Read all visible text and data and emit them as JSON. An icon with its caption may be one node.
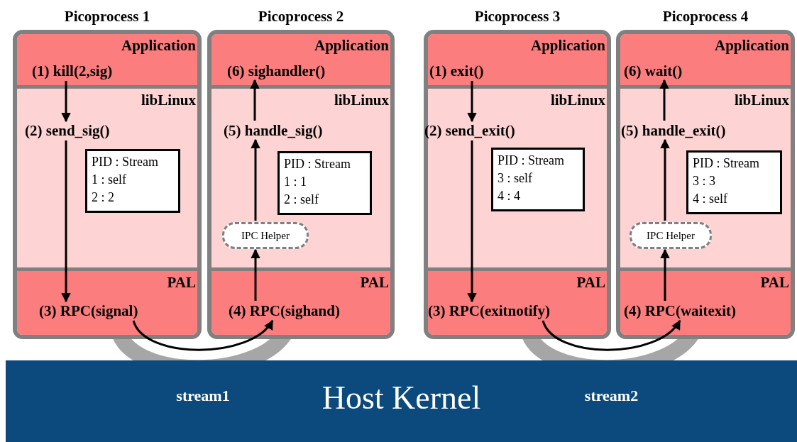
{
  "diagram": {
    "nodes": [
      {
        "text": [
          "Picoprocess 1"
        ]
      },
      {
        "text": [
          "Application"
        ],
        "in": 0
      },
      {
        "text": [
          "(1) kill(2,sig)"
        ],
        "in": 1
      },
      {
        "text": [
          "libLinux"
        ],
        "in": 0
      },
      {
        "text": [
          "(2) send_sig()"
        ],
        "in": 3
      },
      {
        "text": [
          "PID : Stream",
          "1 : self",
          "2 : 2"
        ],
        "in": 3
      },
      {
        "text": [
          "PAL"
        ],
        "in": 0
      },
      {
        "text": [
          "(3) RPC(signal)"
        ],
        "in": 6
      },
      {
        "text": [
          "Picoprocess 2"
        ]
      },
      {
        "text": [
          "Application"
        ],
        "in": 8
      },
      {
        "text": [
          "(6) sighandler()"
        ],
        "in": 9
      },
      {
        "text": [
          "libLinux"
        ],
        "in": 8
      },
      {
        "text": [
          "(5) handle_sig()"
        ],
        "in": 11
      },
      {
        "text": [
          "PID : Stream",
          "1 : 1",
          "2 : self"
        ],
        "in": 11
      },
      {
        "text": [
          "IPC Helper"
        ],
        "in": 11
      },
      {
        "text": [
          "PAL"
        ],
        "in": 8
      },
      {
        "text": [
          "(4) RPC(sighand)"
        ],
        "in": 15
      },
      {
        "text": [
          "Picoprocess 3"
        ]
      },
      {
        "text": [
          "Application"
        ],
        "in": 17
      },
      {
        "text": [
          "(1) exit()"
        ],
        "in": 18
      },
      {
        "text": [
          "libLinux"
        ],
        "in": 17
      },
      {
        "text": [
          "(2) send_exit()"
        ],
        "in": 20
      },
      {
        "text": [
          "PID : Stream",
          "3 : self",
          "4 : 4"
        ],
        "in": 20
      },
      {
        "text": [
          "PAL"
        ],
        "in": 17
      },
      {
        "text": [
          "(3) RPC(exitnotify)"
        ],
        "in": 23
      },
      {
        "text": [
          "Picoprocess 4"
        ]
      },
      {
        "text": [
          "Application"
        ],
        "in": 25
      },
      {
        "text": [
          "(6) wait()"
        ],
        "in": 26
      },
      {
        "text": [
          "libLinux"
        ],
        "in": 25
      },
      {
        "text": [
          "(5) handle_exit()"
        ],
        "in": 28
      },
      {
        "text": [
          "PID : Stream",
          "3 : 3",
          "4 : self"
        ],
        "in": 28
      },
      {
        "text": [
          "IPC Helper"
        ],
        "in": 28
      },
      {
        "text": [
          "PAL"
        ],
        "in": 25
      },
      {
        "text": [
          "(4) RPC(waitexit)"
        ],
        "in": 32
      },
      {
        "text": [
          "Host Kernel"
        ]
      }
    ],
    "edges": [
      {
        "from": 2,
        "to": 4,
        "arrow": "to"
      },
      {
        "from": 4,
        "to": 7,
        "arrow": "to"
      },
      {
        "from": 7,
        "to": 16,
        "arrow": "to",
        "label": "stream1"
      },
      {
        "from": 16,
        "to": 14,
        "arrow": "to"
      },
      {
        "from": 14,
        "to": 12,
        "arrow": "to"
      },
      {
        "from": 12,
        "to": 10,
        "arrow": "to"
      },
      {
        "from": 19,
        "to": 21,
        "arrow": "to"
      },
      {
        "from": 21,
        "to": 24,
        "arrow": "to"
      },
      {
        "from": 24,
        "to": 33,
        "arrow": "to",
        "label": "stream2"
      },
      {
        "from": 33,
        "to": 31,
        "arrow": "to"
      },
      {
        "from": 31,
        "to": 29,
        "arrow": "to"
      },
      {
        "from": 29,
        "to": 27,
        "arrow": "to"
      }
    ]
  }
}
